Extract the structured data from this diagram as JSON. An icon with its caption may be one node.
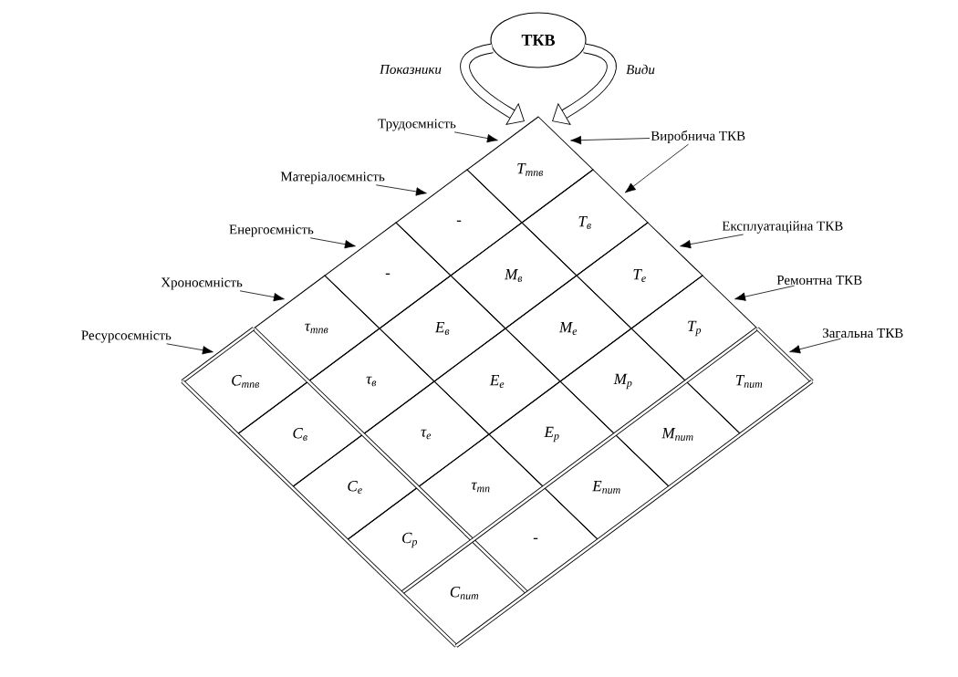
{
  "diagram": {
    "nodes": [
      {
        "text": [
          "ТКВ"
        ]
      },
      {
        "text": [
          "Трудоємність"
        ]
      },
      {
        "text": [
          "Матеріалоємність"
        ]
      },
      {
        "text": [
          "Енергоємність"
        ]
      },
      {
        "text": [
          "Хроноємність"
        ]
      },
      {
        "text": [
          "Ресурсоємність"
        ]
      },
      {
        "text": [
          "Виробнича ТКВ"
        ]
      },
      {
        "text": [
          "Експлуатаційна ТКВ"
        ]
      },
      {
        "text": [
          "Ремонтна ТКВ"
        ]
      },
      {
        "text": [
          "Загальна ТКВ"
        ]
      },
      {
        "text": [
          "T$_{тпв}$"
        ]
      },
      {
        "text": [
          "T$_{в}$"
        ]
      },
      {
        "text": [
          "T$_{е}$"
        ]
      },
      {
        "text": [
          "T$_{р}$"
        ]
      },
      {
        "text": [
          "T$_{пит}$"
        ]
      },
      {
        "text": [
          "-"
        ]
      },
      {
        "text": [
          "M$_{в}$"
        ]
      },
      {
        "text": [
          "M$_{е}$"
        ]
      },
      {
        "text": [
          "M$_{р}$"
        ]
      },
      {
        "text": [
          "M$_{пит}$"
        ]
      },
      {
        "text": [
          "-"
        ]
      },
      {
        "text": [
          "E$_{в}$"
        ]
      },
      {
        "text": [
          "E$_{е}$"
        ]
      },
      {
        "text": [
          "E$_{р}$"
        ]
      },
      {
        "text": [
          "E$_{пит}$"
        ]
      },
      {
        "text": [
          "τ$_{тпв}$"
        ]
      },
      {
        "text": [
          "τ$_{в}$"
        ]
      },
      {
        "text": [
          "τ$_{е}$"
        ]
      },
      {
        "text": [
          "τ$_{тп}$"
        ]
      },
      {
        "text": [
          "-"
        ]
      },
      {
        "text": [
          "C$_{тпв}$"
        ]
      },
      {
        "text": [
          "C$_{в}$"
        ]
      },
      {
        "text": [
          "C$_{е}$"
        ]
      },
      {
        "text": [
          "C$_{р}$"
        ]
      },
      {
        "text": [
          "C$_{пит}$"
        ]
      }
    ],
    "edges": [
      {
        "from": 0,
        "to": 10,
        "arrow": "to",
        "label": "Показники",
        "style": "thick"
      },
      {
        "from": 0,
        "to": 10,
        "arrow": "to",
        "label": "Види",
        "style": "thick"
      },
      {
        "from": 1,
        "to": 10,
        "arrow": "to"
      },
      {
        "from": 2,
        "to": 15,
        "arrow": "to"
      },
      {
        "from": 3,
        "to": 20,
        "arrow": "to"
      },
      {
        "from": 4,
        "to": 25,
        "arrow": "to"
      },
      {
        "from": 5,
        "to": 30,
        "arrow": "to"
      },
      {
        "from": 6,
        "to": 10,
        "arrow": "to"
      },
      {
        "from": 6,
        "to": 11,
        "arrow": "to"
      },
      {
        "from": 7,
        "to": 12,
        "arrow": "to"
      },
      {
        "from": 8,
        "to": 13,
        "arrow": "to"
      },
      {
        "from": 9,
        "to": 14,
        "arrow": "to"
      }
    ]
  }
}
